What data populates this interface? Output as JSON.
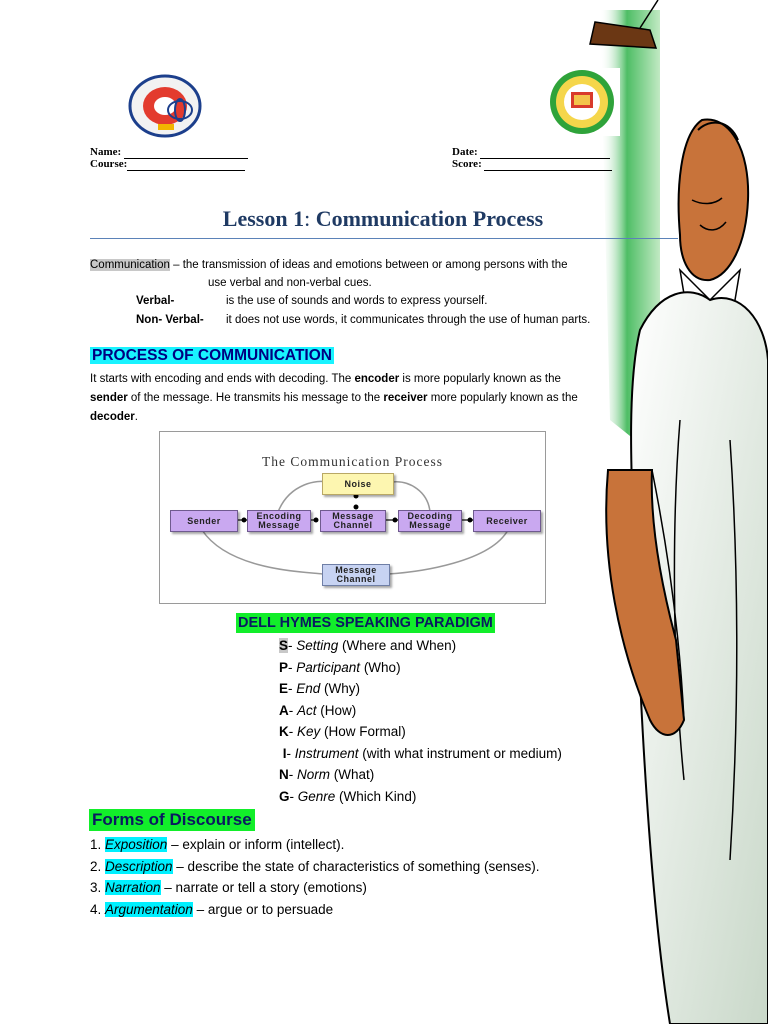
{
  "header": {
    "name_label": "Name:",
    "course_label": "Course:",
    "date_label": "Date:",
    "score_label": "Score:"
  },
  "title": {
    "lesson": "Lesson 1",
    "colon": ":",
    "topic": " Communication Process"
  },
  "definition": {
    "term": "Communication",
    "text": " – the transmission of ideas and emotions between or among persons with the",
    "continuation": "use verbal and non-verbal cues.",
    "verbal_label": "Verbal-",
    "verbal_text": "is the use of sounds and words to express yourself.",
    "nonverbal_label": "Non- Verbal-",
    "nonverbal_text": "it does not use words, it communicates through the use of human parts."
  },
  "process": {
    "heading": "PROCESS OF COMMUNICATION",
    "p1": "It starts with encoding and ends with decoding. The ",
    "encoder": "encoder",
    "p2": " is more popularly known as the",
    "sender": "sender",
    "p3": " of the message. He transmits his message to the ",
    "receiver": "receiver",
    "p4": " more popularly known as the",
    "decoder": "decoder",
    "p5": "."
  },
  "diagram": {
    "title": "The Communication Process",
    "noise": "Noise",
    "sender": "Sender",
    "encoding_1": "Encoding",
    "encoding_2": "Message",
    "channel_1": "Message",
    "channel_2": "Channel",
    "decoding_1": "Decoding",
    "decoding_2": "Message",
    "receiver": "Receiver",
    "feedback_1": "Message",
    "feedback_2": "Channel"
  },
  "paradigm": {
    "heading": "DELL HYMES SPEAKING PARADIGM",
    "items": [
      {
        "letter": "S",
        "word": "Setting",
        "desc": " (Where and When)"
      },
      {
        "letter": "P",
        "word": "Participant",
        "desc": " (Who)"
      },
      {
        "letter": "E",
        "word": "End",
        "desc": " (Why)"
      },
      {
        "letter": "A",
        "word": "Act",
        "desc": " (How)"
      },
      {
        "letter": "K",
        "word": "Key",
        "desc": " (How Formal)"
      },
      {
        "letter": " I",
        "word": "Instrument",
        "desc": " (with what instrument or medium)"
      },
      {
        "letter": "N",
        "word": "Norm",
        "desc": " (What)"
      },
      {
        "letter": "G",
        "word": "Genre",
        "desc": " (Which Kind)"
      }
    ]
  },
  "discourse": {
    "heading": "Forms of Discourse",
    "items": [
      {
        "num": "1. ",
        "term": "Exposition",
        "desc": " – explain or inform (intellect)."
      },
      {
        "num": "2. ",
        "term": "Description",
        "desc": " – describe the state of characteristics of something (senses)."
      },
      {
        "num": "3. ",
        "term": "Narration",
        "desc": " – narrate or tell a story (emotions)"
      },
      {
        "num": "4. ",
        "term": "Argumentation",
        "desc": " – argue or to persuade"
      }
    ]
  },
  "colors": {
    "title_blue": "#1f3a63",
    "highlight_cyan": "#19f3ff",
    "highlight_green": "#12ee2a",
    "diagram_box": "#c9a8f0"
  }
}
